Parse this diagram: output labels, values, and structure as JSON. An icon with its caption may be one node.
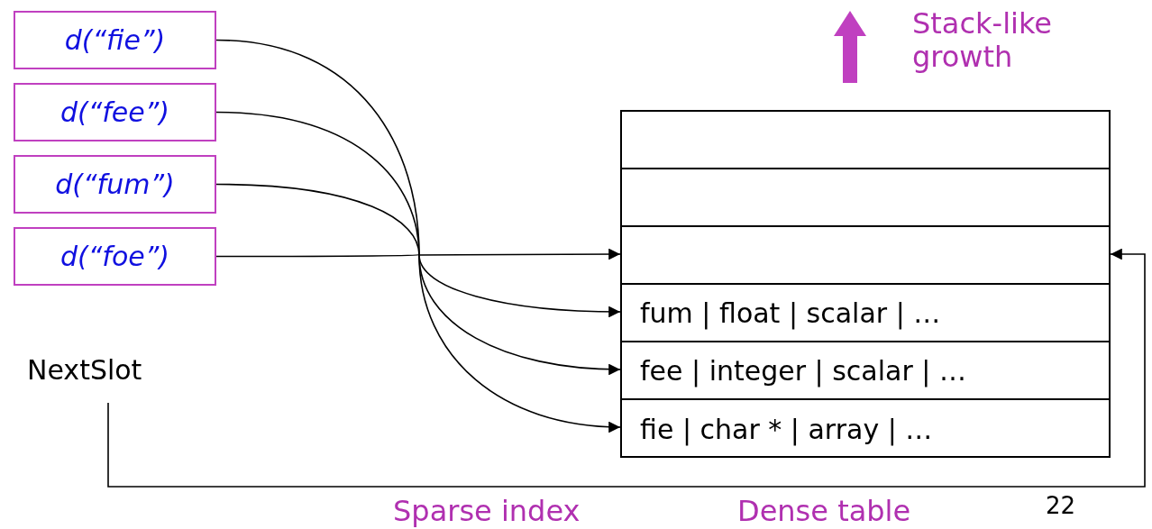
{
  "diagram": {
    "nodes": [
      {
        "text": [
          "d(“fie”)"
        ]
      },
      {
        "text": [
          "d(“fee”)"
        ]
      },
      {
        "text": [
          "d(“fum”)"
        ]
      },
      {
        "text": [
          "d(“foe”)"
        ]
      },
      {
        "text": [],
        "shape": "box"
      },
      {
        "text": [],
        "shape": "box",
        "in": 4
      },
      {
        "text": [],
        "shape": "box",
        "in": 4
      },
      {
        "text": [],
        "shape": "box",
        "in": 4
      },
      {
        "text": [
          "fum | float | scalar | …"
        ],
        "in": 4
      },
      {
        "text": [
          "fee | integer | scalar | …"
        ],
        "in": 4
      },
      {
        "text": [
          "fie | char * | array | …"
        ],
        "in": 4
      },
      {
        "text": [
          "NextSlot"
        ]
      }
    ],
    "edges": [
      {
        "from": 0,
        "to": 10,
        "arrow": "to"
      },
      {
        "from": 1,
        "to": 9,
        "arrow": "to"
      },
      {
        "from": 2,
        "to": 8,
        "arrow": "to"
      },
      {
        "from": 3,
        "to": 7,
        "arrow": "to"
      },
      {
        "from": 11,
        "to": 7,
        "arrow": "to"
      }
    ],
    "labels": [
      "Stack-like growth",
      "Sparse index",
      "Dense table",
      "22"
    ]
  }
}
